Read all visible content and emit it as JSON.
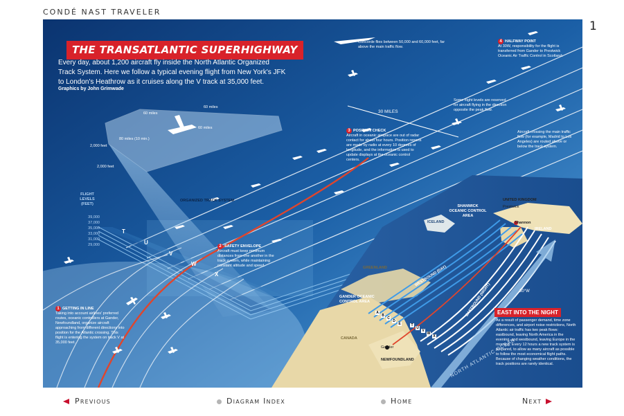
{
  "header": {
    "brand": "CONDÉ NAST TRAVELER",
    "page_number": "1"
  },
  "graphic": {
    "title": "THE TRANSATLANTIC SUPERHIGHWAY",
    "intro": "Every day, about 1,200 aircraft fly inside the North Atlantic Organized Track System. Here we follow a typical evening flight from New York's JFK to London's Heathrow as it cruises along the V track at 35,000 feet.",
    "credit": "Graphics by John Grimwade",
    "concorde_note": "Concorde flies between 50,000 and 60,000 feet, far above the main traffic flow.",
    "envelope_labels": {
      "miles_60_a": "60 miles",
      "miles_60_b": "60 miles",
      "miles_60_c": "60 miles",
      "miles_80": "80 miles (10 min.)",
      "feet_2000_a": "2,000 feet",
      "feet_2000_b": "2,000 feet"
    },
    "flight_levels_title": "FLIGHT LEVELS (FEET)",
    "flight_levels": [
      "39,000",
      "37,000",
      "35,000",
      "33,000",
      "31,000",
      "29,000"
    ],
    "organized_track_label": "ORGANIZED TRACK SYSTEM",
    "track_letters": [
      "T",
      "U",
      "V",
      "W",
      "X"
    ],
    "miles_30": "30 MILES",
    "callouts": {
      "c1_num": "1",
      "c1_title": "GETTING IN LINE",
      "c1_body": "Taking into account airlines' preferred routes, oceanic controllers at Gander, Newfoundland, organize aircraft approaching from different directions into position for the Atlantic crossing. This flight is entering the system on track V at 35,000 feet.",
      "c2_num": "2",
      "c2_title": "SAFETY ENVELOPE",
      "c2_body": "Aircraft must keep minimum distances from one another in the track system, while maintaining constant altitude and speed.",
      "c3_num": "3",
      "c3_title": "POSITION CHECK",
      "c3_body": "Aircraft in oceanic airspace are out of radar contact for about four hours. Position reports are made by radio at every 10 degrees of longitude, and the information is used to update displays at the oceanic control centers.",
      "c4_num": "4",
      "c4_title": "HALFWAY POINT",
      "c4_body": "At 30W, responsibility for the flight is transferred from Gander to Prestwick Oceanic Air Traffic Control in Scotland."
    },
    "reserved_note": "Some flight levels are reserved for aircraft flying in the direction opposite the peak flow.",
    "crossing_note": "Aircraft crossing the main traffic flow (for example, Madrid to Los Angeles) are routed above or below the track system.",
    "map_labels": {
      "shanwick": "SHANWICK OCEANIC CONTROL AREA",
      "united_kingdom": "UNITED KINGDOM",
      "prestwick": "Prestwick",
      "shannon": "Shannon",
      "ireland": "IRELAND",
      "iceland": "ICELAND",
      "greenland": "GREENLAND",
      "gander_area": "GANDER OCEANIC CONTROL AREA",
      "canada": "CANADA",
      "gander": "Gander",
      "newfoundland": "NEWFOUNDLAND",
      "westbound": "WESTBOUND (DAY)",
      "eastbound": "EASTBOUND (NIGHT)",
      "north_atlantic": "NORTH ATLANTIC OCEAN",
      "w30": "30°W",
      "map_track_letters_west": [
        "A",
        "B",
        "C",
        "D",
        "E"
      ],
      "map_track_letters_east": [
        "T",
        "U",
        "V",
        "W",
        "X"
      ]
    },
    "east_title": "EAST INTO THE NIGHT",
    "east_body": "As a result of passenger demand, time zone differences, and airport noise restrictions, North Atlantic air traffic has two peak flows: eastbound, leaving North America in the evening, and westbound, leaving Europe in the morning. Every 12 hours a new track system is prepared, to allow as many aircraft as possible to follow the most economical flight paths. Because of changing weather conditions, the track positions are rarely identical."
  },
  "nav": {
    "previous": "Previous",
    "diagram_index": "Diagram Index",
    "home": "Home",
    "next": "Next"
  },
  "colors": {
    "accent_red": "#d8222a",
    "ocean_dark": "#0e3f7e",
    "ocean_light": "#2f7fc8",
    "land": "#e8d8a8"
  }
}
